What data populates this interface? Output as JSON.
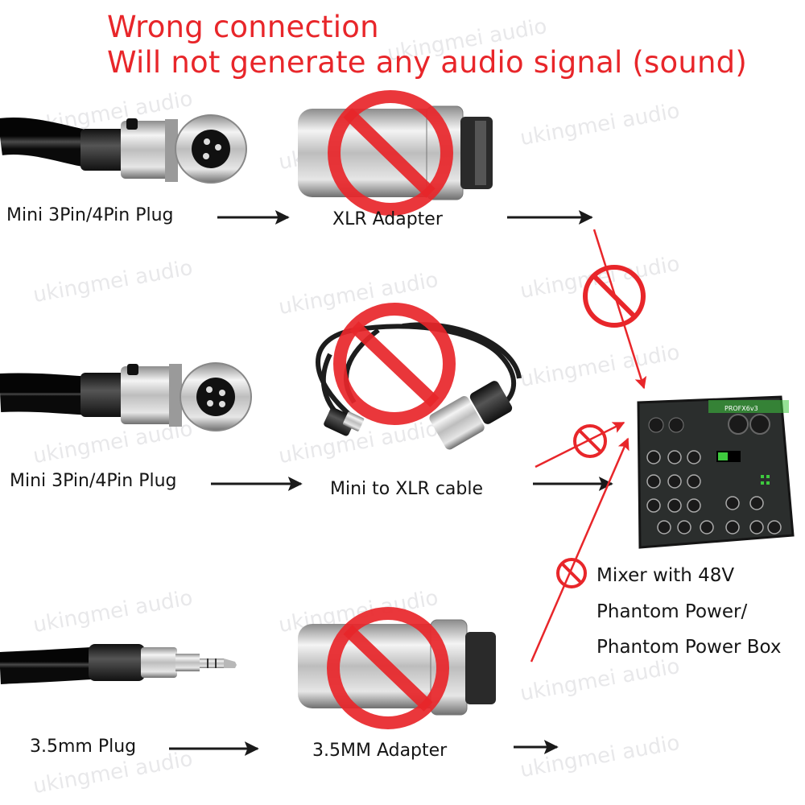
{
  "title": {
    "line1": "Wrong connection",
    "line2": "Will not generate any audio signal (sound)"
  },
  "rows": [
    {
      "source_label": "Mini 3Pin/4Pin Plug",
      "adapter_label": "XLR Adapter"
    },
    {
      "source_label": "Mini 3Pin/4Pin Plug",
      "adapter_label": "Mini to XLR cable"
    },
    {
      "source_label": "3.5mm Plug",
      "adapter_label": "3.5MM Adapter"
    }
  ],
  "mixer": {
    "line1": "Mixer with 48V",
    "line2": "Phantom Power/",
    "line3": "Phantom Power Box",
    "brand_text": "PROFX6v3"
  },
  "watermark": "ukingmei audio",
  "colors": {
    "warning_red": "#e8262a",
    "arrow_black": "#1a1a1a",
    "metal": "#c9c9c9",
    "cable": "#1d1d1d",
    "mixer_body": "#2b2e2d",
    "mixer_accent": "#3ec93e"
  }
}
